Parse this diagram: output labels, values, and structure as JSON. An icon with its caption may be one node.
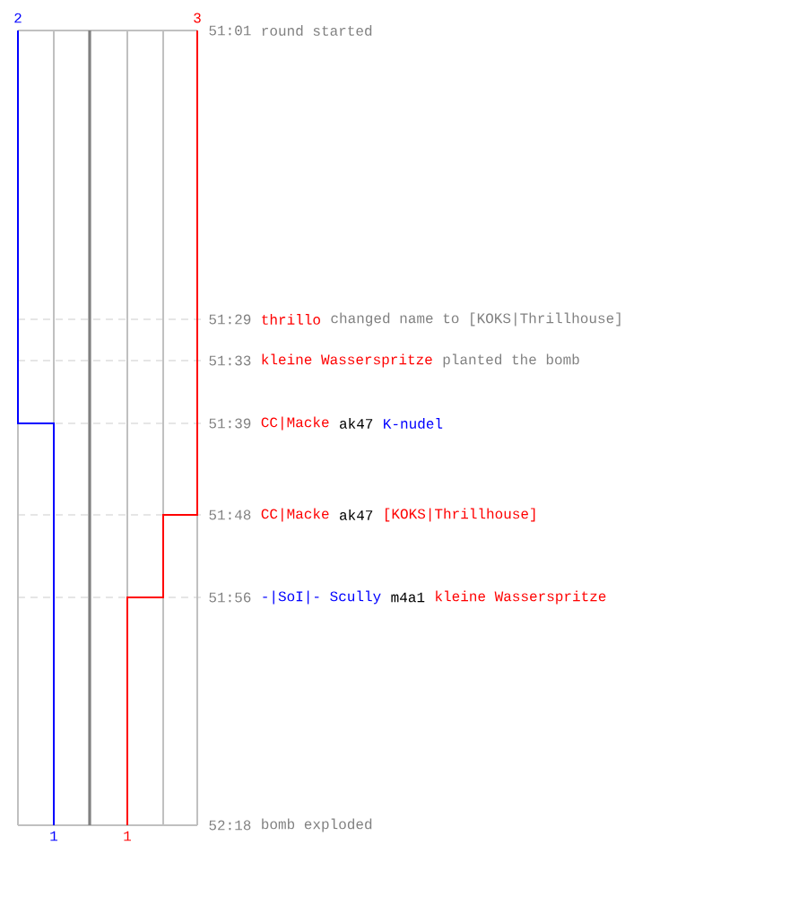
{
  "diagram": {
    "labels": [
      "2",
      "3",
      "51:01",
      "round started",
      "51:29",
      "thrillo",
      "changed name to [KOKS|Thrillhouse]",
      "51:33",
      "kleine Wasserspritze",
      "planted the bomb",
      "51:39",
      "CC|Macke",
      "ak47",
      "K-nudel",
      "51:48",
      "CC|Macke",
      "ak47",
      "[KOKS|Thrillhouse]",
      "51:56",
      "-|SoI|- Scully",
      "m4a1",
      "kleine Wasserspritze",
      "52:18",
      "bomb exploded",
      "1",
      "1"
    ]
  }
}
